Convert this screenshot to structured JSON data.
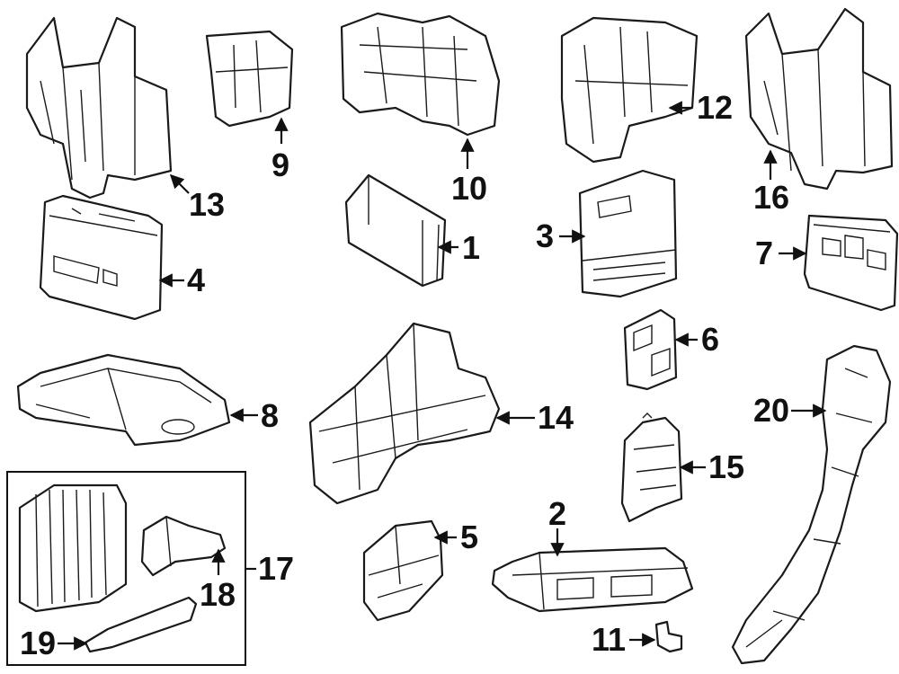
{
  "callouts": {
    "c1": "1",
    "c2": "2",
    "c3": "3",
    "c4": "4",
    "c5": "5",
    "c6": "6",
    "c7": "7",
    "c8": "8",
    "c9": "9",
    "c10": "10",
    "c11": "11",
    "c12": "12",
    "c13": "13",
    "c14": "14",
    "c15": "15",
    "c16": "16",
    "c17": "17",
    "c18": "18",
    "c19": "19",
    "c20": "20"
  }
}
